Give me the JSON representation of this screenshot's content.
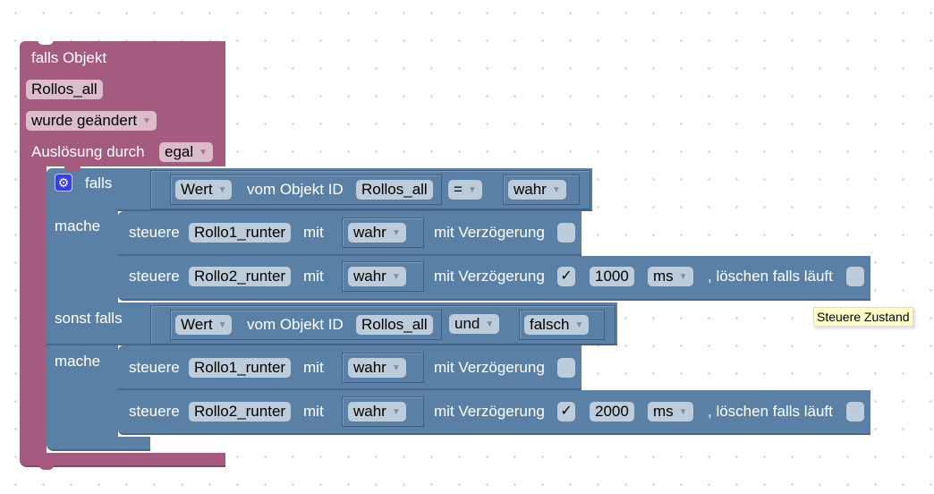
{
  "trigger": {
    "title": "falls Objekt",
    "object_id": "Rollos_all",
    "event": "wurde geändert",
    "trigger_label": "Auslösung durch",
    "trigger_value": "egal"
  },
  "if_block": {
    "if_label": "falls",
    "do_label": "mache",
    "elseif_label": "sonst falls",
    "conditions": [
      {
        "value_type": "Wert",
        "object_label": "vom Objekt ID",
        "object_id": "Rollos_all",
        "operator": "=",
        "compare_value": "wahr"
      },
      {
        "value_type": "Wert",
        "object_label": "vom Objekt ID",
        "object_id": "Rollos_all",
        "operator": "und",
        "compare_value": "falsch"
      }
    ],
    "branches": [
      {
        "statements": [
          {
            "verb": "steuere",
            "target": "Rollo1_runter",
            "with": "mit",
            "value": "wahr",
            "delay_label": "mit Verzögerung",
            "delay_checked": false
          },
          {
            "verb": "steuere",
            "target": "Rollo2_runter",
            "with": "mit",
            "value": "wahr",
            "delay_label": "mit Verzögerung",
            "delay_checked": true,
            "delay_check_glyph": "✓",
            "delay_value": "1000",
            "delay_unit": "ms",
            "clear_label": ", löschen falls läuft",
            "clear_checked": false
          }
        ]
      },
      {
        "statements": [
          {
            "verb": "steuere",
            "target": "Rollo1_runter",
            "with": "mit",
            "value": "wahr",
            "delay_label": "mit Verzögerung",
            "delay_checked": false
          },
          {
            "verb": "steuere",
            "target": "Rollo2_runter",
            "with": "mit",
            "value": "wahr",
            "delay_label": "mit Verzögerung",
            "delay_checked": true,
            "delay_check_glyph": "✓",
            "delay_value": "2000",
            "delay_unit": "ms",
            "clear_label": ", löschen falls läuft",
            "clear_checked": false
          }
        ]
      }
    ]
  },
  "tooltip": "Steuere Zustand",
  "icons": {
    "mutator": "gear-icon",
    "dropdown": "▾"
  },
  "colors": {
    "trigger_block": "#a55b80",
    "logic_block": "#5b80a5",
    "field_pink": "#dbbccb",
    "field_blue": "#bdccdb",
    "tooltip_bg": "#ffffc7"
  }
}
